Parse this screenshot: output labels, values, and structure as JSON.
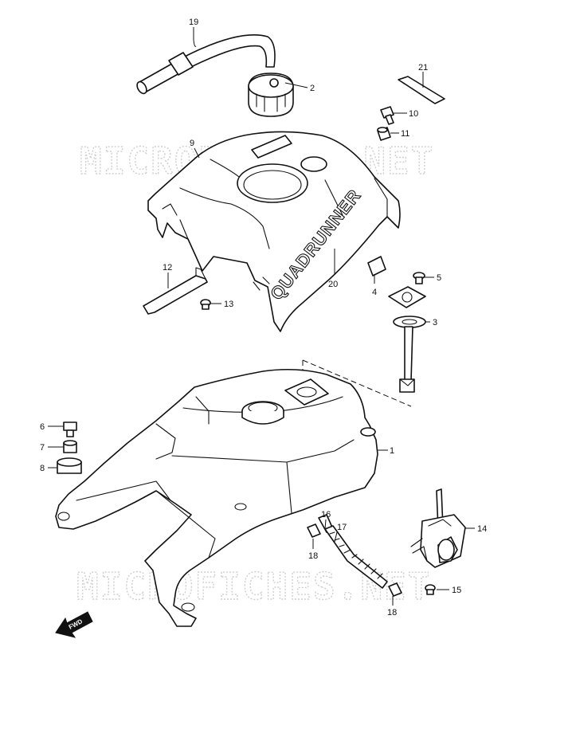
{
  "watermark": "MICROFICHES.NET",
  "brand_lettering": "QUADRUNNER",
  "fwd_label": "FWD",
  "callouts": {
    "c1": "1",
    "c2": "2",
    "c3": "3",
    "c4": "4",
    "c5": "5",
    "c6": "6",
    "c7": "7",
    "c8": "8",
    "c9": "9",
    "c10": "10",
    "c11": "11",
    "c12": "12",
    "c13": "13",
    "c14": "14",
    "c15": "15",
    "c16": "16",
    "c17": "17",
    "c18a": "18",
    "c18b": "18",
    "c19": "19",
    "c20": "20",
    "c21": "21"
  }
}
